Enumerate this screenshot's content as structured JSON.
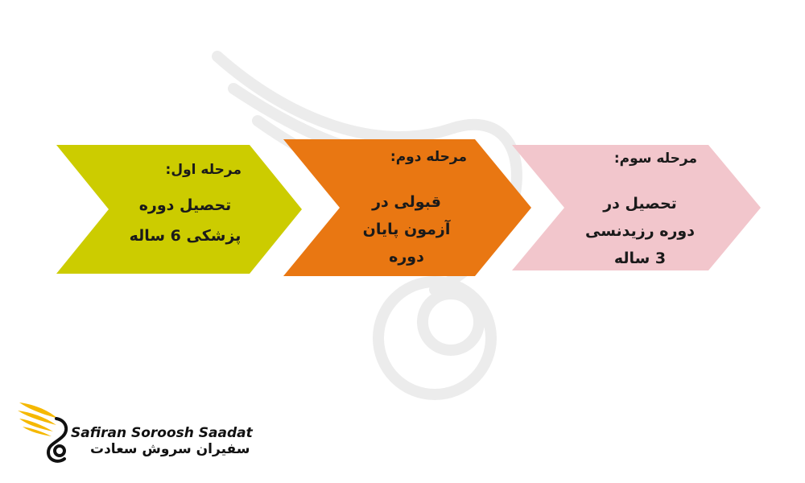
{
  "steps": [
    {
      "heading": "مرحله اول:",
      "body": "تحصیل دوره\nپزشکی 6 ساله",
      "color": "#cccc00"
    },
    {
      "heading": "مرحله دوم:",
      "body": "قبولی در\nآزمون پایان\nدوره",
      "color": "#e8730a"
    },
    {
      "heading": "مرحله سوم:",
      "body": "تحصیل در\nدوره رزیدنسی\n3 ساله",
      "color": "#f2c6cc"
    }
  ],
  "logo": {
    "latin_name": "Safiran Soroosh Saadat",
    "persian_name": "سفیران سروش سعادت",
    "wing_color": "#f5b800",
    "text_color": "#111111"
  },
  "watermark": {
    "icon": "wing-swirl-watermark"
  }
}
